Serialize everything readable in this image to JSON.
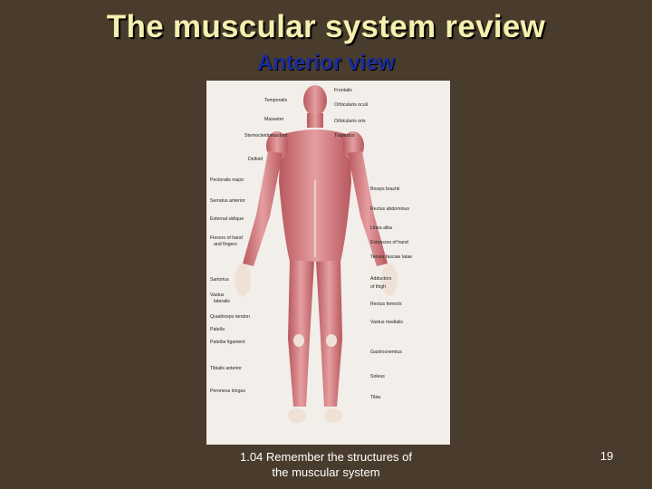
{
  "slide": {
    "title": "The muscular system review",
    "subtitle": "Anterior view",
    "footer_line1": "1.04 Remember the structures of",
    "footer_line2": "the muscular system",
    "page_number": "19"
  },
  "figure": {
    "left_labels": [
      "Temporalis",
      "Masseter",
      "Sternocleidomastoid",
      "Deltoid",
      "Pectoralis major",
      "Serratus anterior",
      "External oblique",
      "Flexors of hand",
      "and fingers",
      "Sartorius",
      "Vastus",
      "lateralis",
      "Quadriceps tendon",
      "Patella",
      "Patellar ligament",
      "Tibialis anterior",
      "Peroneus longus"
    ],
    "right_labels": [
      "Frontalis",
      "Orbicularis oculi",
      "Orbicularis oris",
      "Trapezius",
      "Biceps brachii",
      "Rectus abdominus",
      "Linea alba",
      "Extensors of hand",
      "Tensor fasciae latae",
      "Adductors",
      "of thigh",
      "Rectus femoris",
      "Vastus medialis",
      "Gastrocnemius",
      "Soleus",
      "Tibia"
    ]
  },
  "colors": {
    "background": "#4a3c2c",
    "title": "#f6f0b0",
    "subtitle": "#1a2d9b",
    "muscle": "#d98a8e",
    "tendon": "#efe1d6"
  }
}
